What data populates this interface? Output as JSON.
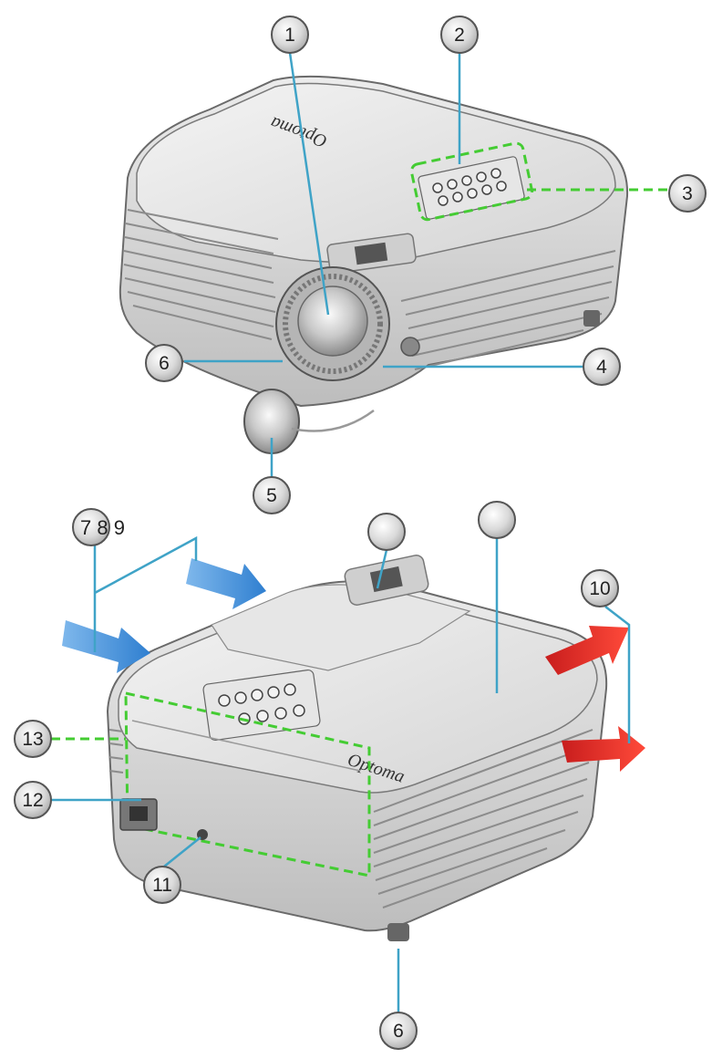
{
  "brand": "Optoma",
  "callouts": {
    "c1": "1",
    "c2": "2",
    "c3": "3",
    "c4": "4",
    "c5": "5",
    "c6_top": "6",
    "c6_bottom": "6",
    "c10": "10",
    "c11": "11",
    "c12": "12",
    "c13": "13",
    "blank_left": "",
    "blank_right": ""
  },
  "labels": {
    "group_789": "7 8 9"
  },
  "colors": {
    "leader": "#3fa3c7",
    "highlight_dash": "#44cc33",
    "intake_arrow": "#3d8fd8",
    "exhaust_arrow": "#e02a2a"
  }
}
